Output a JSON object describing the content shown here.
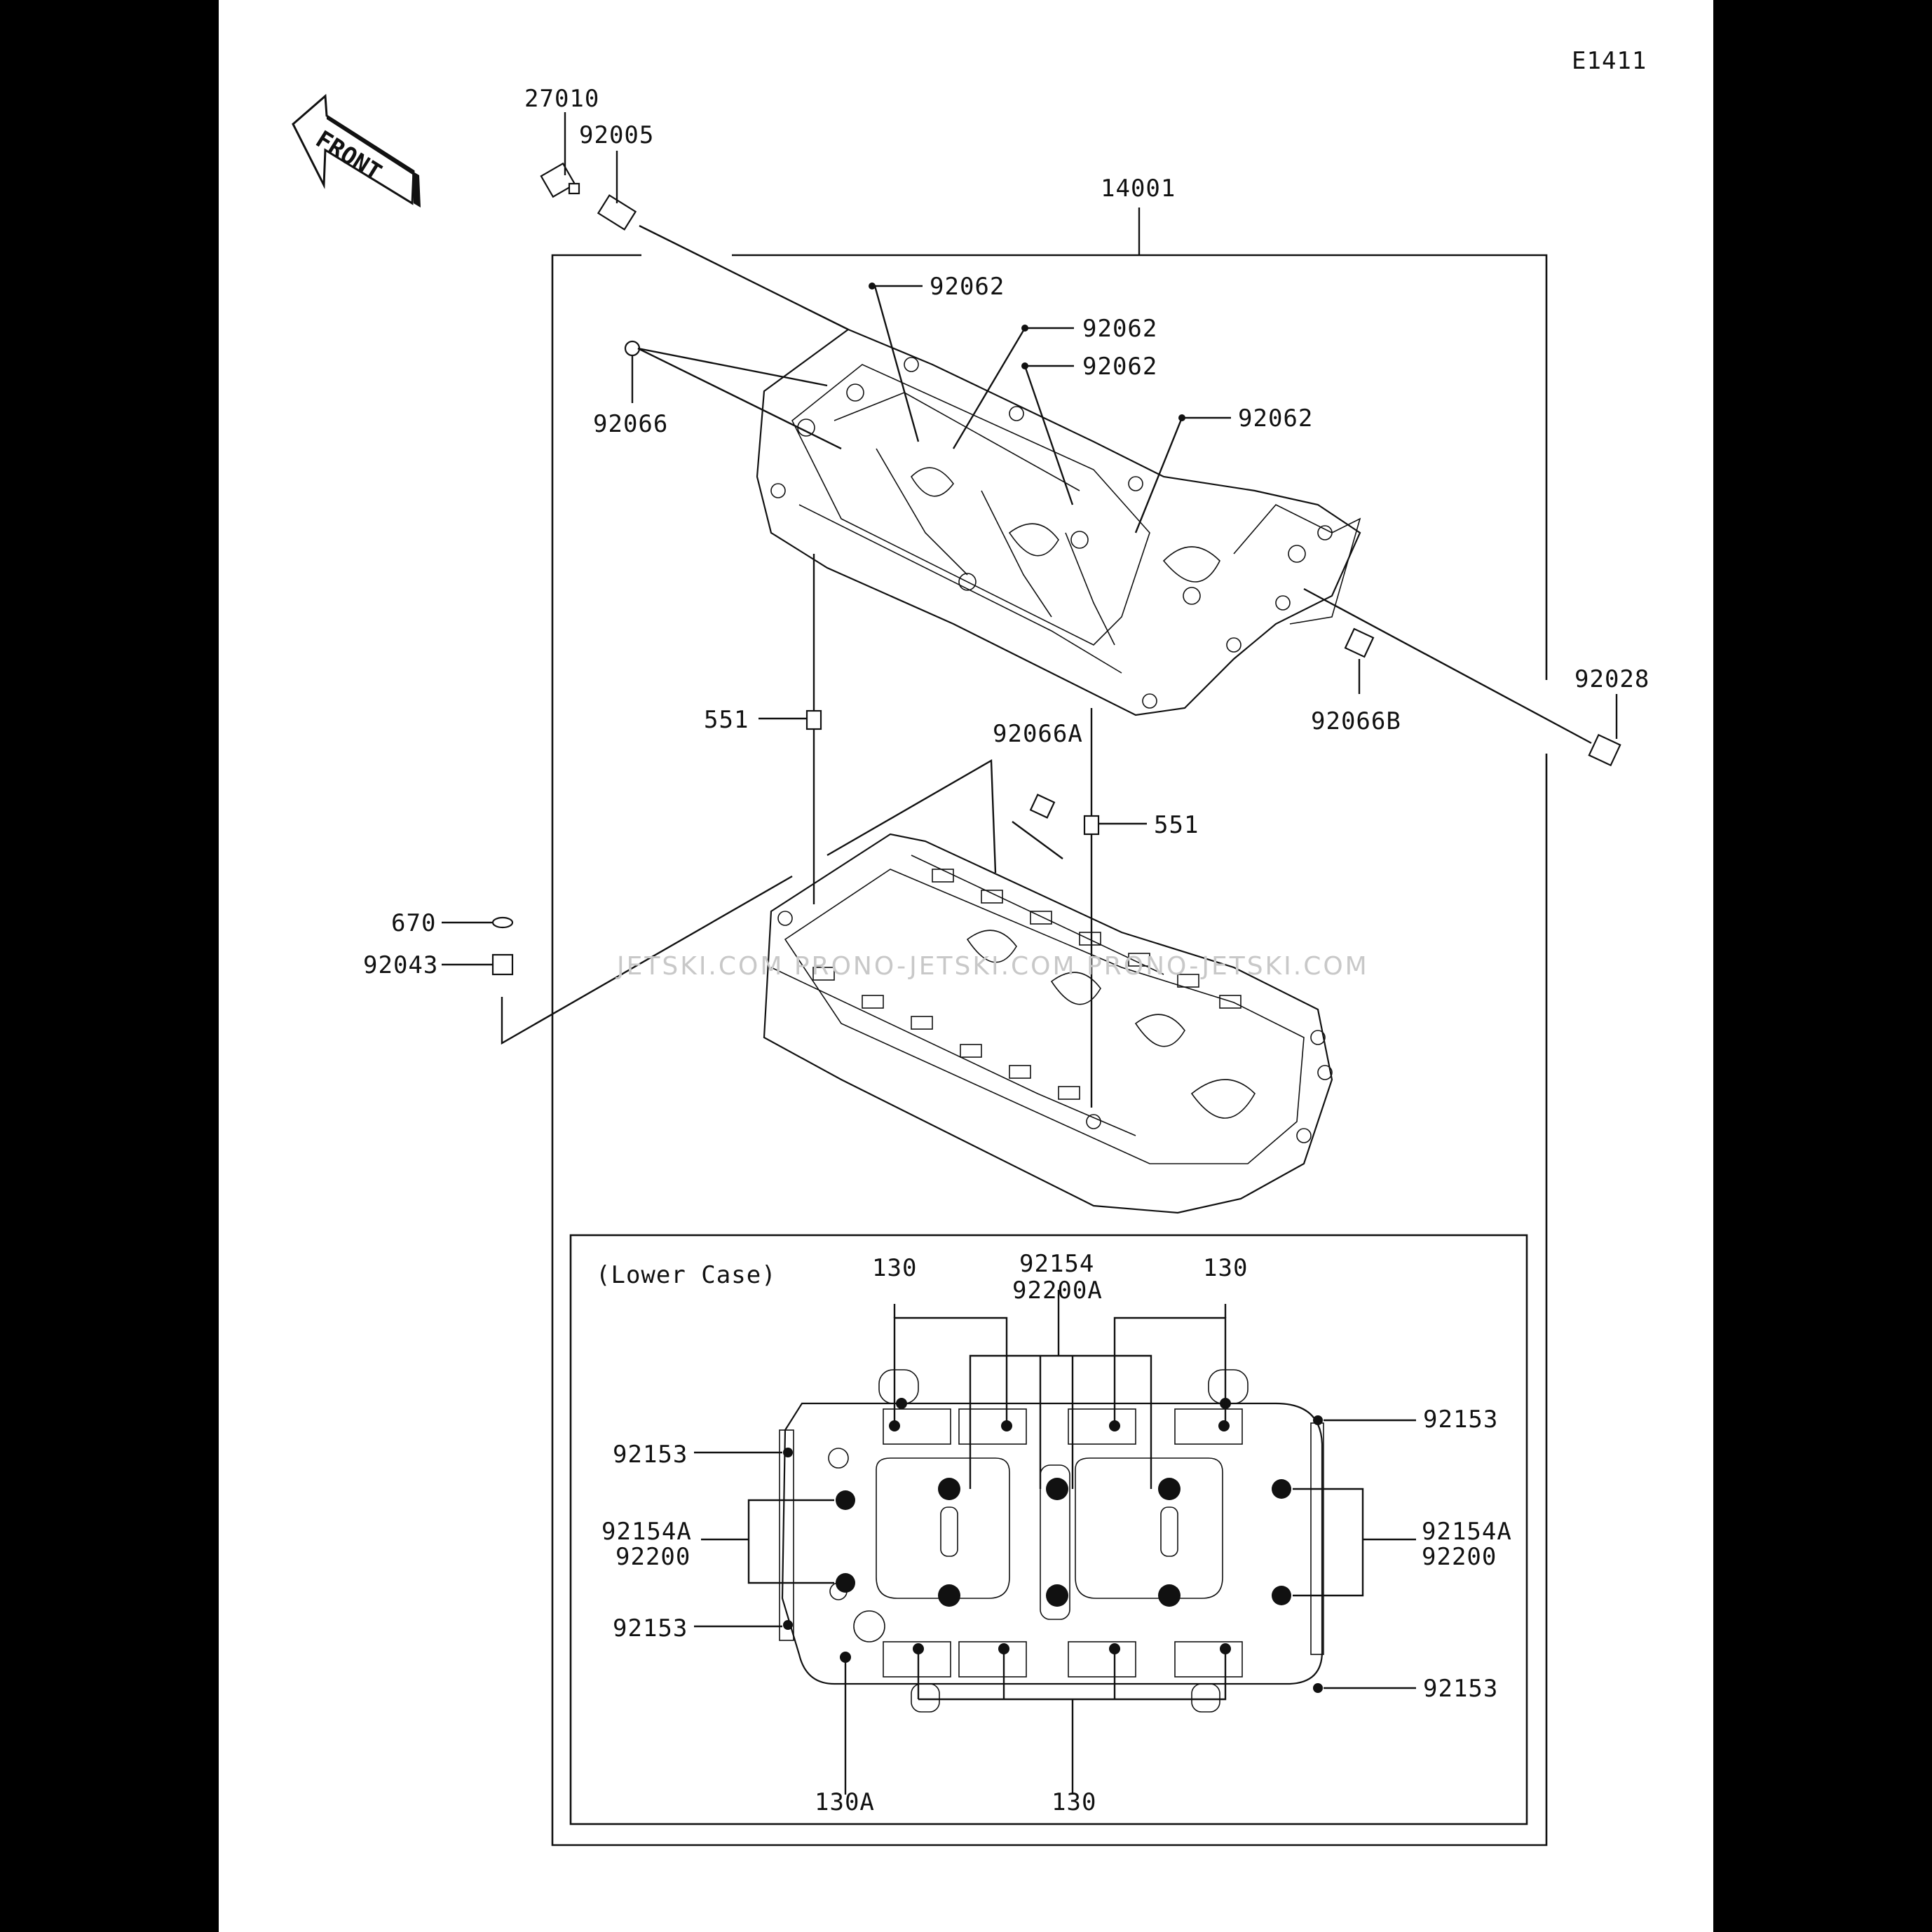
{
  "diagram": {
    "code": "E1411",
    "front_label": "FRONT",
    "inset_title": "(Lower Case)",
    "watermark": "JETSKI.COM   PRONO-JETSKI.COM   PRONO-JETSKI.COM"
  },
  "callouts": {
    "c27010": "27010",
    "c92005": "92005",
    "c14001": "14001",
    "c92062a": "92062",
    "c92062b": "92062",
    "c92062c": "92062",
    "c92062d": "92062",
    "c92066": "92066",
    "c551a": "551",
    "c92066A": "92066A",
    "c551b": "551",
    "c92066B": "92066B",
    "c92028": "92028",
    "c670": "670",
    "c92043": "92043",
    "i130a": "130",
    "i92154": "92154",
    "i92200A": "92200A",
    "i130b": "130",
    "i92153a": "92153",
    "i92153b": "92153",
    "i92154A_l": "92154A",
    "i92200_l": "92200",
    "i92154A_r": "92154A",
    "i92200_r": "92200",
    "i92153c": "92153",
    "i92153d": "92153",
    "i130A": "130A",
    "i130c": "130"
  }
}
